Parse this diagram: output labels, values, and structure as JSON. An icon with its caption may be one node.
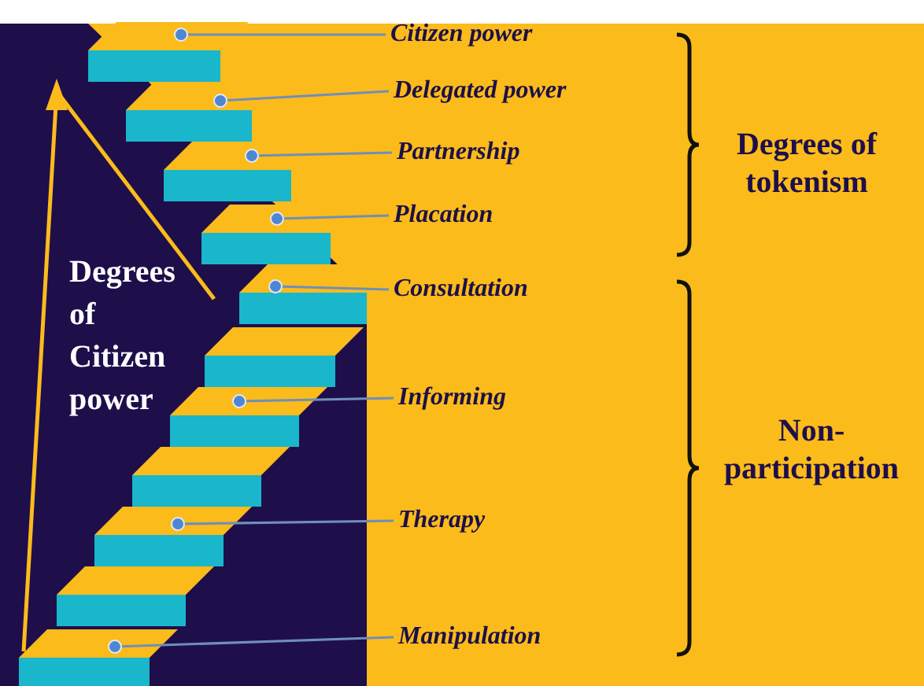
{
  "diagram": {
    "nodes": [
      {
        "text": [
          "Citizen power"
        ]
      },
      {
        "text": [
          "Delegated power"
        ]
      },
      {
        "text": [
          "Partnership"
        ]
      },
      {
        "text": [
          "Placation"
        ]
      },
      {
        "text": [
          "Consultation"
        ]
      },
      {
        "text": [
          "Informing"
        ]
      },
      {
        "text": [
          "Therapy"
        ]
      },
      {
        "text": [
          "Manipulation"
        ]
      },
      {
        "text": [],
        "shape": "bar"
      },
      {
        "text": [],
        "shape": "bar"
      },
      {
        "text": [],
        "shape": "bar"
      },
      {
        "text": [],
        "shape": "bar"
      },
      {
        "text": [],
        "shape": "bar"
      },
      {
        "text": [],
        "shape": "bar"
      },
      {
        "text": [],
        "shape": "bar"
      },
      {
        "text": [],
        "shape": "bar"
      },
      {
        "text": [],
        "shape": "bar"
      },
      {
        "text": [],
        "shape": "bar"
      },
      {
        "text": [],
        "shape": "bar"
      }
    ],
    "edges": [
      {
        "from": 0,
        "to": 8,
        "arrow": "other"
      },
      {
        "from": 1,
        "to": 9,
        "arrow": "other"
      },
      {
        "from": 2,
        "to": 10,
        "arrow": "other"
      },
      {
        "from": 3,
        "to": 11,
        "arrow": "other"
      },
      {
        "from": 4,
        "to": 12,
        "arrow": "other"
      },
      {
        "from": 5,
        "to": 14,
        "arrow": "other"
      },
      {
        "from": 6,
        "to": 16,
        "arrow": "other"
      },
      {
        "from": 7,
        "to": 18,
        "arrow": "other"
      }
    ],
    "labels": [
      "Degrees of tokenism",
      "Degrees of Citizen power",
      "Non-participation"
    ]
  }
}
